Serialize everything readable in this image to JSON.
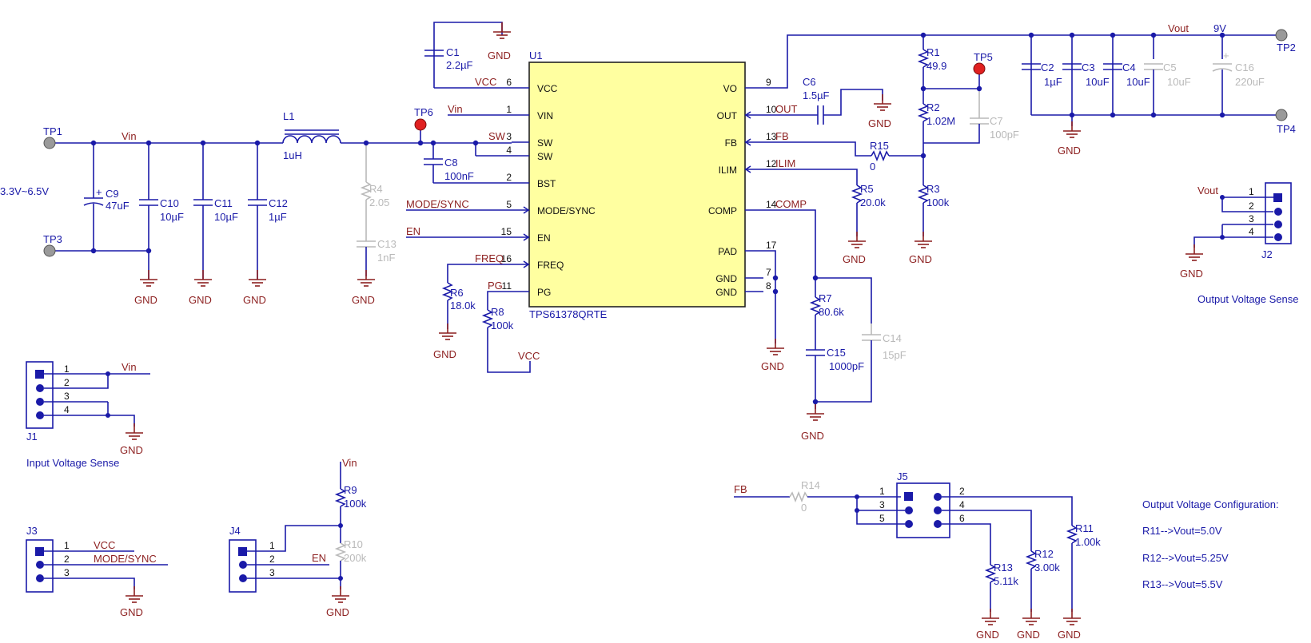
{
  "chip": {
    "ref": "U1",
    "part": "TPS61378QRTE"
  },
  "chip_pins_left": [
    {
      "num": "6",
      "name": "VCC"
    },
    {
      "num": "1",
      "name": "VIN"
    },
    {
      "num": "3",
      "name": "SW"
    },
    {
      "num": "4",
      "name": "SW"
    },
    {
      "num": "2",
      "name": "BST"
    },
    {
      "num": "5",
      "name": "MODE/SYNC"
    },
    {
      "num": "15",
      "name": "EN"
    },
    {
      "num": "16",
      "name": "FREQ"
    },
    {
      "num": "11",
      "name": "PG"
    }
  ],
  "chip_pins_right": [
    {
      "num": "9",
      "name": "VO"
    },
    {
      "num": "10",
      "name": "OUT"
    },
    {
      "num": "13",
      "name": "FB"
    },
    {
      "num": "12",
      "name": "ILIM"
    },
    {
      "num": "14",
      "name": "COMP"
    },
    {
      "num": "17",
      "name": "PAD"
    },
    {
      "num": "7",
      "name": "GND"
    },
    {
      "num": "8",
      "name": "GND"
    }
  ],
  "nets": {
    "vin": "Vin",
    "vcc": "VCC",
    "sw": "SW",
    "mode": "MODE/SYNC",
    "en": "EN",
    "freq": "FREQ",
    "pg": "PG",
    "out": "OUT",
    "fb": "FB",
    "ilim": "ILIM",
    "comp": "COMP",
    "vout": "Vout",
    "gnd": "GND",
    "vout_value": "9V",
    "vin_range": "3.3V~6.5V"
  },
  "testpoints": {
    "tp1": "TP1",
    "tp2": "TP2",
    "tp3": "TP3",
    "tp4": "TP4",
    "tp5": "TP5",
    "tp6": "TP6"
  },
  "components": {
    "c1": {
      "ref": "C1",
      "val": "2.2µF"
    },
    "c2": {
      "ref": "C2",
      "val": "1µF"
    },
    "c3": {
      "ref": "C3",
      "val": "10uF"
    },
    "c4": {
      "ref": "C4",
      "val": "10uF"
    },
    "c5": {
      "ref": "C5",
      "val": "10uF"
    },
    "c6": {
      "ref": "C6",
      "val": "1.5µF"
    },
    "c7": {
      "ref": "C7",
      "val": "100pF"
    },
    "c8": {
      "ref": "C8",
      "val": "100nF"
    },
    "c9": {
      "ref": "C9",
      "val": "47uF"
    },
    "c10": {
      "ref": "C10",
      "val": "10µF"
    },
    "c11": {
      "ref": "C11",
      "val": "10µF"
    },
    "c12": {
      "ref": "C12",
      "val": "1µF"
    },
    "c13": {
      "ref": "C13",
      "val": "1nF"
    },
    "c14": {
      "ref": "C14",
      "val": "15pF"
    },
    "c15": {
      "ref": "C15",
      "val": "1000pF"
    },
    "c16": {
      "ref": "C16",
      "val": "220uF"
    },
    "l1": {
      "ref": "L1",
      "val": "1uH"
    },
    "r1": {
      "ref": "R1",
      "val": "49.9"
    },
    "r2": {
      "ref": "R2",
      "val": "1.02M"
    },
    "r3": {
      "ref": "R3",
      "val": "100k"
    },
    "r4": {
      "ref": "R4",
      "val": "2.05"
    },
    "r5": {
      "ref": "R5",
      "val": "20.0k"
    },
    "r6": {
      "ref": "R6",
      "val": "18.0k"
    },
    "r7": {
      "ref": "R7",
      "val": "80.6k"
    },
    "r8": {
      "ref": "R8",
      "val": "100k"
    },
    "r9": {
      "ref": "R9",
      "val": "100k"
    },
    "r10": {
      "ref": "R10",
      "val": "200k"
    },
    "r11": {
      "ref": "R11",
      "val": "1.00k"
    },
    "r12": {
      "ref": "R12",
      "val": "3.00k"
    },
    "r13": {
      "ref": "R13",
      "val": "5.11k"
    },
    "r14": {
      "ref": "R14",
      "val": "0"
    },
    "r15": {
      "ref": "R15",
      "val": "0"
    }
  },
  "connectors": {
    "j1": "J1",
    "j2": "J2",
    "j3": "J3",
    "j4": "J4",
    "j5": "J5"
  },
  "pin_numbers": [
    "1",
    "2",
    "3",
    "4",
    "5",
    "6"
  ],
  "captions": {
    "input_sense": "Input Voltage Sense",
    "output_sense": "Output Voltage Sense",
    "config_title": "Output Voltage Configuration:",
    "config_r11": "R11-->Vout=5.0V",
    "config_r12": "R12-->Vout=5.25V",
    "config_r13": "R13-->Vout=5.5V"
  },
  "colors": {
    "wire": "#1a1aa8",
    "net_label": "#8c1f1f",
    "unpopulated": "#b9b9b9",
    "chip_fill": "#ffffa0",
    "testpoint_red": "#e02020"
  }
}
